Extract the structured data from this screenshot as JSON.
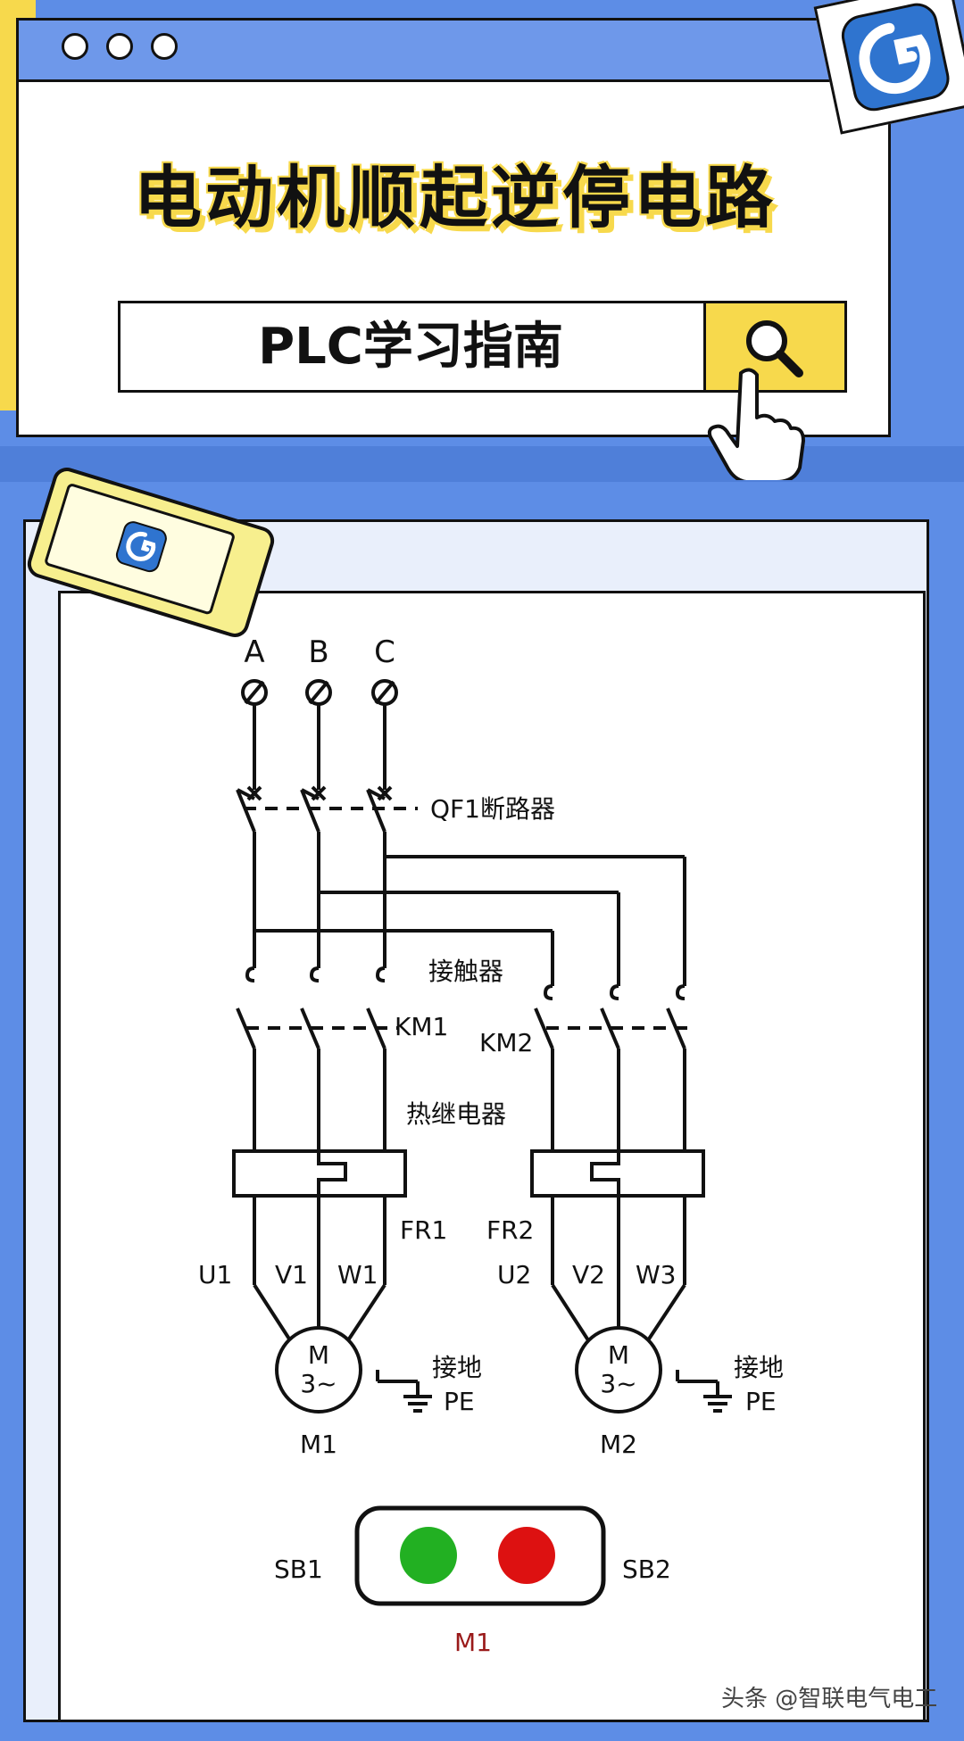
{
  "header": {
    "title": "电动机顺起逆停电路",
    "search_text": "PLC学习指南"
  },
  "diagram": {
    "phases": [
      "A",
      "B",
      "C"
    ],
    "breaker_label": "QF1断路器",
    "contactor_label": "接触器",
    "km1_label": "KM1",
    "km2_label": "KM2",
    "thermal_relay_label": "热继电器",
    "fr1_label": "FR1",
    "fr2_label": "FR2",
    "motor1_terminals": [
      "U1",
      "V1",
      "W1"
    ],
    "motor2_terminals": [
      "U2",
      "V2",
      "W3"
    ],
    "motor_symbol": "M",
    "motor_symbol_sub": "3~",
    "ground_label": "接地",
    "pe_label": "PE",
    "motor1_name": "M1",
    "motor2_name": "M2",
    "sb1_label": "SB1",
    "sb2_label": "SB2",
    "panel_caption": "M1",
    "start_button_color": "#22b022",
    "stop_button_color": "#dd1111",
    "caption_color": "#9a1a1a"
  },
  "watermark": "头条 @智联电气电工",
  "colors": {
    "background": "#5d8de6",
    "accent_yellow": "#f7d94c"
  }
}
